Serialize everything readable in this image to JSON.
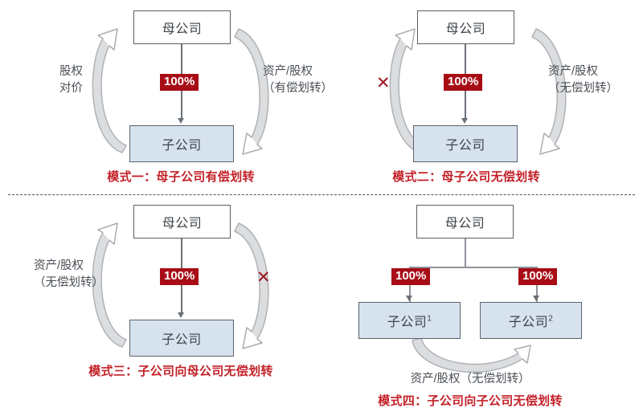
{
  "colors": {
    "badge_red": "#a80d16",
    "caption_red": "#c32128",
    "x_red": "#9e1420",
    "child_fill": "#d7e2ef",
    "box_border": "#595f66",
    "arrow_gray": "#a9adb1",
    "text_gray": "#4a4f55"
  },
  "labels": {
    "parent": "母公司",
    "child": "子公司",
    "child1": "子公司",
    "child1_sup": "1",
    "child2": "子公司",
    "child2_sup": "2",
    "pct": "100%",
    "x": "✕"
  },
  "panels": [
    {
      "id": "mode-1",
      "caption": "模式一：母子公司有偿划转",
      "parent_label": "母公司",
      "child_label": "子公司",
      "pct": "100%",
      "left_label_line1": "股权",
      "left_label_line2": "对价",
      "right_label_line1": "资产/股权",
      "right_label_line2": "（有偿划转）",
      "left_blocked": false,
      "right_blocked": false
    },
    {
      "id": "mode-2",
      "caption": "模式二：母子公司无偿划转",
      "parent_label": "母公司",
      "child_label": "子公司",
      "pct": "100%",
      "left_label_line1": "",
      "left_label_line2": "",
      "right_label_line1": "资产/股权",
      "right_label_line2": "（无偿划转）",
      "left_blocked": true,
      "right_blocked": false
    },
    {
      "id": "mode-3",
      "caption": "模式三：子公司向母公司无偿划转",
      "parent_label": "母公司",
      "child_label": "子公司",
      "pct": "100%",
      "left_label_line1": "资产/股权",
      "left_label_line2": "（无偿划转）",
      "right_label_line1": "",
      "right_label_line2": "",
      "left_blocked": false,
      "right_blocked": true
    },
    {
      "id": "mode-4",
      "caption": "模式四：子公司向子公司无偿划转",
      "parent_label": "母公司",
      "child1_label": "子公司",
      "child1_sup": "1",
      "child2_label": "子公司",
      "child2_sup": "2",
      "pct_left": "100%",
      "pct_right": "100%",
      "bottom_label": "资产/股权（无偿划转）"
    }
  ]
}
